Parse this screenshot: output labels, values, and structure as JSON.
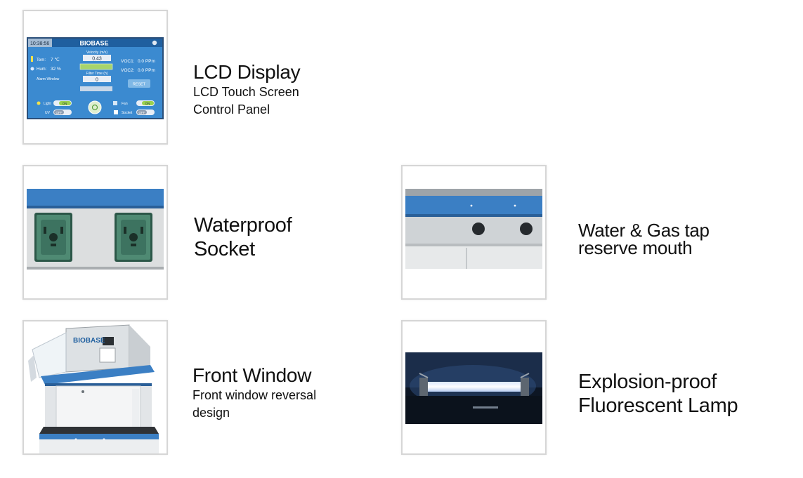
{
  "features": [
    {
      "title": "LCD Display",
      "subtitle_lines": [
        "LCD Touch Screen",
        "Control Panel"
      ],
      "image_icon": "lcd-control-panel"
    },
    {
      "title_lines": [
        "Waterproof",
        "Socket"
      ],
      "image_icon": "waterproof-socket"
    },
    {
      "title_lines": [
        "Water & Gas tap",
        "reserve mouth"
      ],
      "image_icon": "water-gas-tap"
    },
    {
      "title": "Front Window",
      "subtitle_lines": [
        "Front window reversal",
        "design"
      ],
      "image_icon": "fume-hood-front-window"
    },
    {
      "title_lines": [
        "Explosion-proof",
        "Fluorescent Lamp"
      ],
      "image_icon": "fluorescent-lamp"
    }
  ],
  "lcd_screen": {
    "clock": "10:38:56",
    "brand": "BIOBASE",
    "temp_label": "Tem:",
    "temp_value": "7 ℃",
    "hum_label": "Hum:",
    "hum_value": "32 %",
    "velocity_label": "Velocity (m/s)",
    "velocity_value": "0.43",
    "filter_label": "Filter Time (h)",
    "filter_value": "0",
    "alarm_label": "Alarm Window",
    "voc1_label": "VOC1:",
    "voc1_value": "0.0 PPm",
    "voc2_label": "VOC2:",
    "voc2_value": "0.0 PPm",
    "reset_label": "RESET",
    "light_label": "Light",
    "uv_label": "UV",
    "fan_label": "Fan",
    "socket_label": "Socket",
    "on_label": "ON",
    "off_label": "OFF"
  },
  "hood_brand": "BIOBASE",
  "colors": {
    "hood_blue": "#3b7fc4",
    "panel_blue": "#1f6fc1",
    "socket_green": "#4f8a73",
    "border": "#d6d6d6"
  }
}
